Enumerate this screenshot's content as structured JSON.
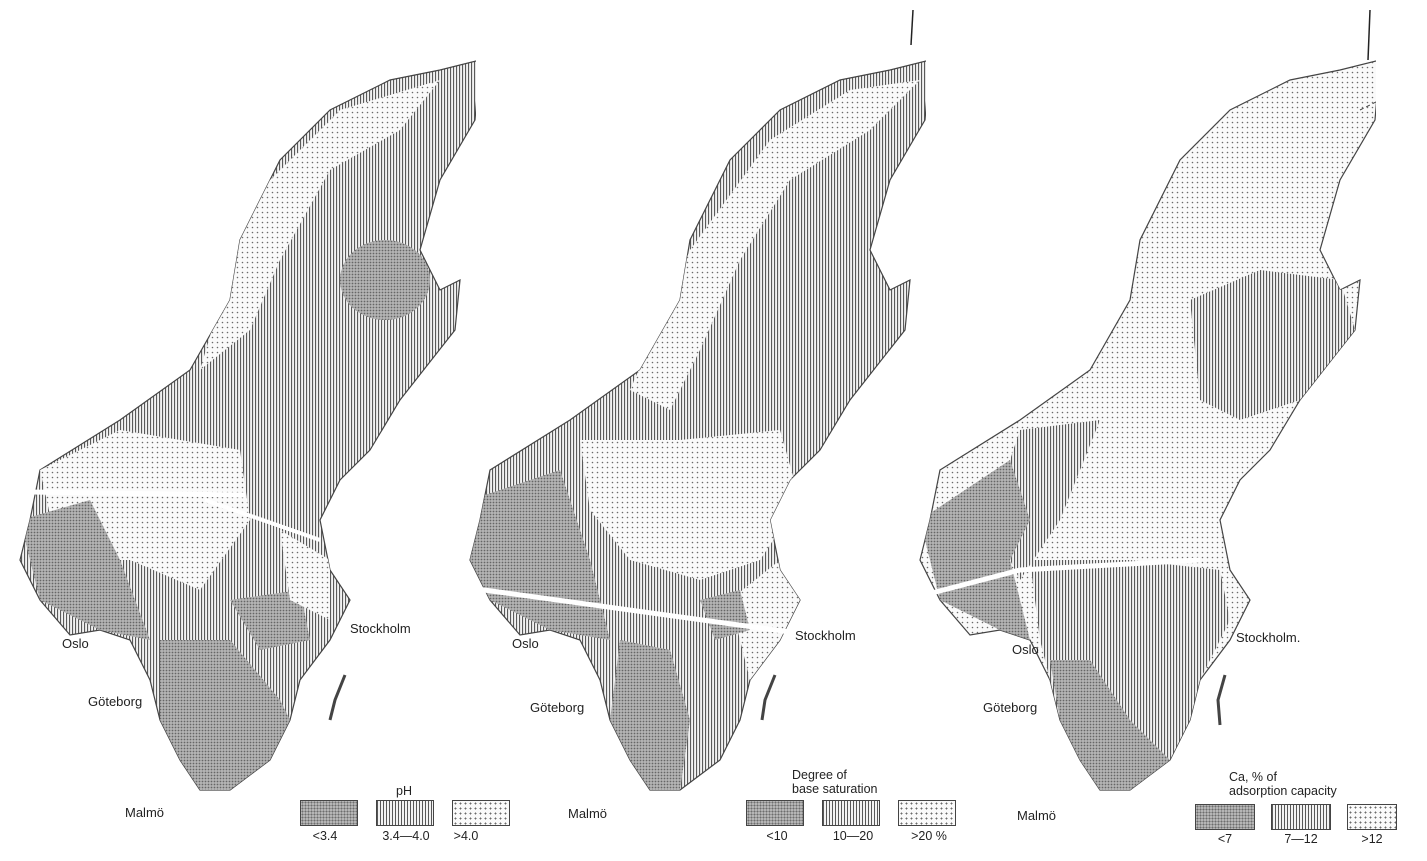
{
  "panels": [
    {
      "cities": {
        "oslo": "Oslo",
        "stockholm": "Stockholm",
        "goteborg": "Göteborg",
        "malmo": "Malmö"
      },
      "legend": {
        "title": "pH",
        "classes": [
          {
            "label": "<3.4",
            "pattern": "dark-stipple"
          },
          {
            "label": "3.4—4.0",
            "pattern": "vertical-lines"
          },
          {
            "label": ">4.0",
            "pattern": "sparse-dots"
          }
        ]
      }
    },
    {
      "cities": {
        "oslo": "Oslo",
        "stockholm": "Stockholm",
        "goteborg": "Göteborg",
        "malmo": "Malmö"
      },
      "legend": {
        "title_line1": "Degree of",
        "title_line2": "base saturation",
        "classes": [
          {
            "label": "<10",
            "pattern": "dark-stipple"
          },
          {
            "label": "10—20",
            "pattern": "vertical-lines"
          },
          {
            "label": ">20 %",
            "pattern": "sparse-dots"
          }
        ]
      }
    },
    {
      "cities": {
        "oslo": "Oslo",
        "stockholm": "Stockholm.",
        "goteborg": "Göteborg",
        "malmo": "Malmö"
      },
      "legend": {
        "title_line1": "Ca, % of",
        "title_line2": "adsorption capacity",
        "classes": [
          {
            "label": "<7",
            "pattern": "dark-stipple"
          },
          {
            "label": "7—12",
            "pattern": "vertical-lines"
          },
          {
            "label": ">12",
            "pattern": "sparse-dots"
          }
        ]
      }
    }
  ],
  "colors": {
    "ink": "#222222",
    "stipple": "#b9b9b9",
    "lines": "#585858",
    "dots": "#6a6a6a"
  }
}
